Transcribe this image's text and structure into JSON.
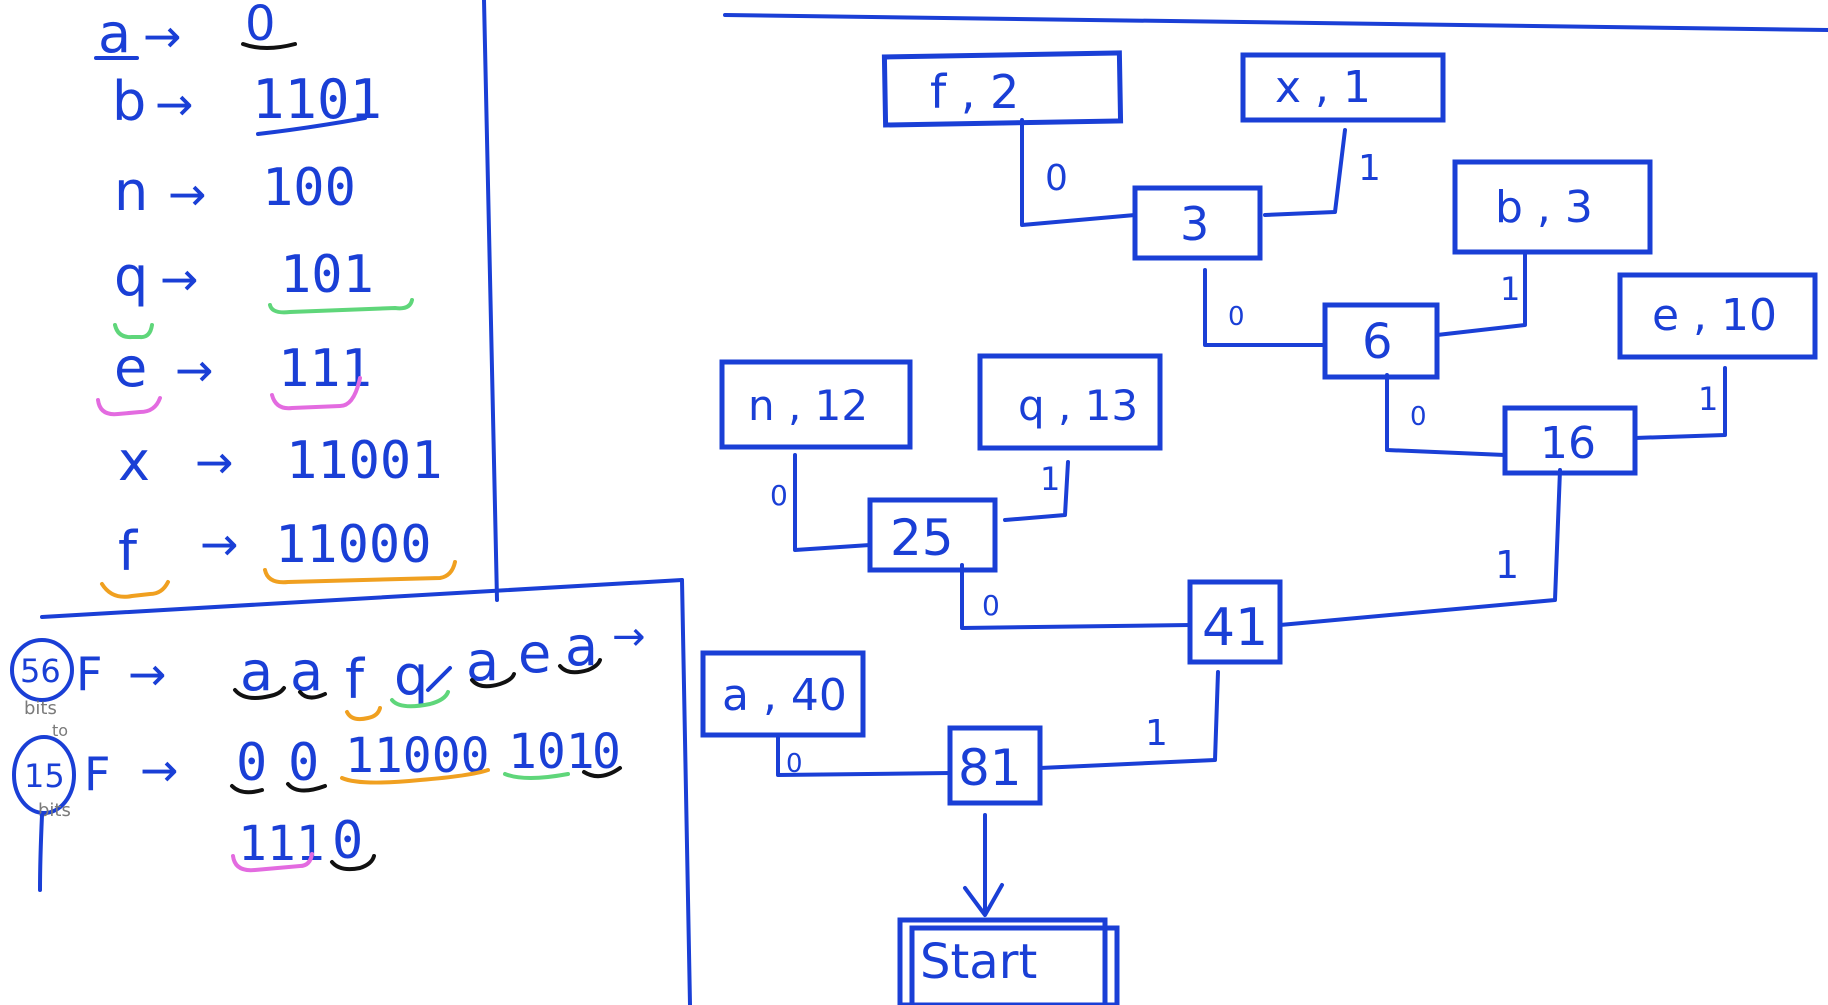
{
  "colors": {
    "ink": "#1a3fd6",
    "black_mark": "#111111",
    "green_mark": "#5fd67a",
    "pink_mark": "#e36be0",
    "orange_mark": "#f0a020",
    "gray_note": "#8a8a8a"
  },
  "codes": [
    {
      "symbol": "a",
      "code": "0"
    },
    {
      "symbol": "b",
      "code": "1101"
    },
    {
      "symbol": "n",
      "code": "100"
    },
    {
      "symbol": "q",
      "code": "101"
    },
    {
      "symbol": "e",
      "code": "111"
    },
    {
      "symbol": "x",
      "code": "11001"
    },
    {
      "symbol": "f",
      "code": "11000"
    }
  ],
  "arrow": "→",
  "encoding": {
    "before_bits": "56",
    "after_bits": "15",
    "bits_note": "bits",
    "to_note": "to",
    "f_label": "F",
    "message_letters": [
      "a",
      "a",
      "f",
      "q",
      "a",
      "e",
      "a"
    ],
    "encoded_groups": [
      "0",
      "0",
      "11000",
      "101",
      "0"
    ],
    "encoded_groups_line2": [
      "111",
      "0"
    ]
  },
  "tree": {
    "leaves": {
      "f": "f , 2",
      "x": "x , 1",
      "b": "b , 3",
      "e": "e , 10",
      "n": "n , 12",
      "q": "q , 13",
      "a": "a , 40"
    },
    "internal": {
      "n3": "3",
      "n6": "6",
      "n16": "16",
      "n25": "25",
      "n41": "41",
      "n81": "81"
    },
    "edge_zero": "0",
    "edge_one": "1",
    "start_label": "Start"
  }
}
